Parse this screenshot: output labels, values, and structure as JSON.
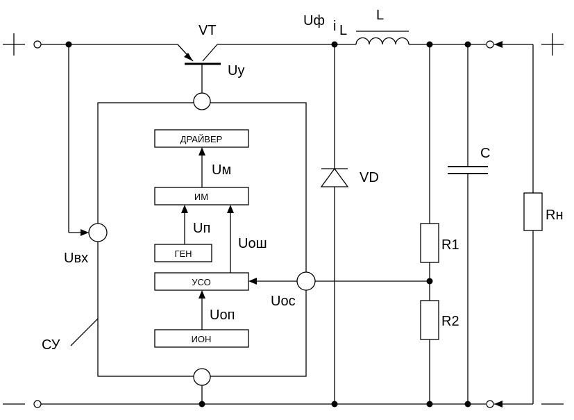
{
  "labels": {
    "vt": "VT",
    "uy": "Uу",
    "uf": "Uф",
    "il_i": "i",
    "il_l": "L",
    "l": "L",
    "c": "C",
    "vd": "VD",
    "rn": "Rн",
    "r1": "R1",
    "r2": "R2",
    "um": "Uм",
    "up": "Uп",
    "uosh": "Uош",
    "uvx": "Uвх",
    "uos": "Uос",
    "uop": "Uоп",
    "su": "СУ",
    "plus_left": "+",
    "plus_right": "+",
    "minus_left": "—",
    "minus_right": "—"
  },
  "blocks": {
    "driver": "ДРАЙВЕР",
    "im": "ИМ",
    "gen": "ГЕН",
    "uso": "УСО",
    "ion": "ИОН"
  }
}
